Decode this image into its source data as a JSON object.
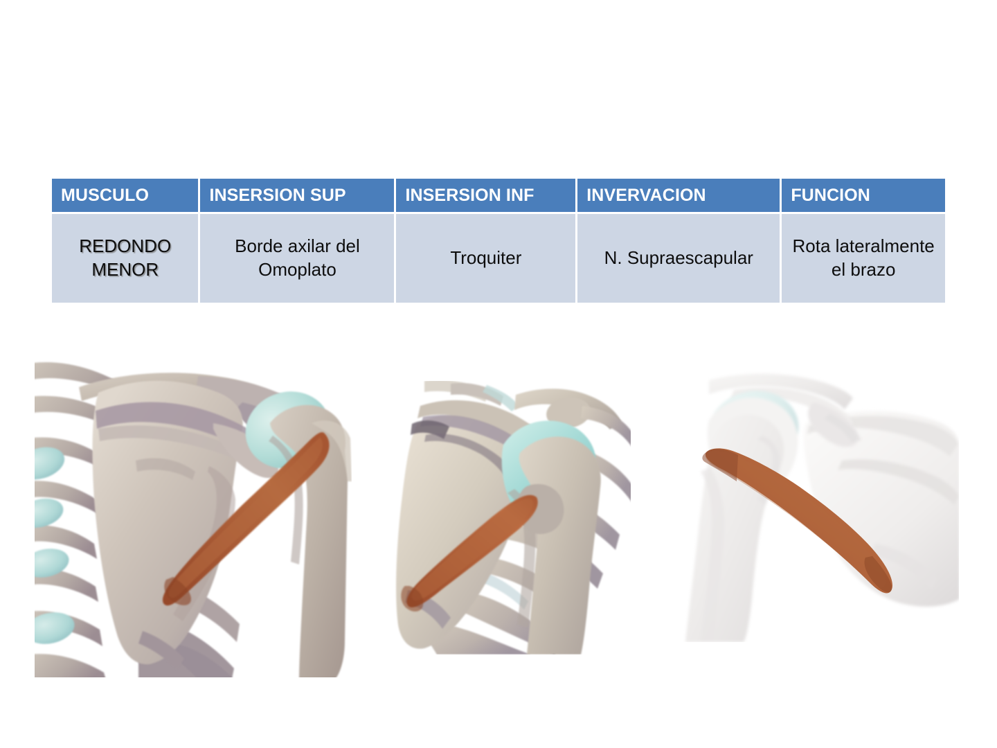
{
  "slide": {
    "background_color": "#ffffff",
    "title_text": ""
  },
  "table": {
    "header_background": "#4A7EBB",
    "header_text_color": "#ffffff",
    "body_background": "#CDD6E4",
    "body_text_color": "#0d0d0d",
    "columns": [
      "MUSCULO",
      "INSERSION SUP",
      "INSERSION INF",
      "INVERVACION",
      "FUNCION"
    ],
    "rows": [
      {
        "musculo": "REDONDO MENOR",
        "insersion_sup": "Borde axilar del Omoplato",
        "insersion_inf": "Troquiter",
        "invervacion": "N. Supraescapular",
        "funcion": "Rota lateralmente el brazo"
      }
    ]
  },
  "figures": {
    "palette": {
      "bone": "#B8ACA0",
      "bone_light": "#CFC5B8",
      "bone_highlight": "#E2DACE",
      "bone_shadow": "#9C8F86",
      "bone_violet": "#A597A3",
      "cartilage": "#B4DDD8",
      "cartilage_deep": "#8FC9C6",
      "muscle": "#A85A35",
      "muscle_light": "#BE7048",
      "muscle_dark": "#8B4426",
      "ghost_bone": "#EFEDEC",
      "ghost_bone_shade": "#E2DFDF"
    },
    "panels": [
      {
        "id": "panel-1",
        "label": "Vista posterior del hombro izquierdo",
        "view": "posterior",
        "structures": [
          "escapula",
          "humero",
          "costillas",
          "clavicula",
          "acromion",
          "cartilago glenohumeral",
          "musculo redondo menor"
        ]
      },
      {
        "id": "panel-2",
        "label": "Vista posterolateral del hombro",
        "view": "posterolateral",
        "structures": [
          "escapula",
          "espina escapular",
          "acromion",
          "clavicula",
          "humero",
          "costillas",
          "cartilago glenohumeral",
          "musculo redondo menor"
        ]
      },
      {
        "id": "panel-3",
        "label": "Vista posterior transparente con el redondo menor resaltado",
        "view": "posterior-transparente",
        "structures": [
          "escapula translucida",
          "humero translucido",
          "clavicula translucida",
          "acromion",
          "musculo redondo menor"
        ]
      }
    ]
  }
}
